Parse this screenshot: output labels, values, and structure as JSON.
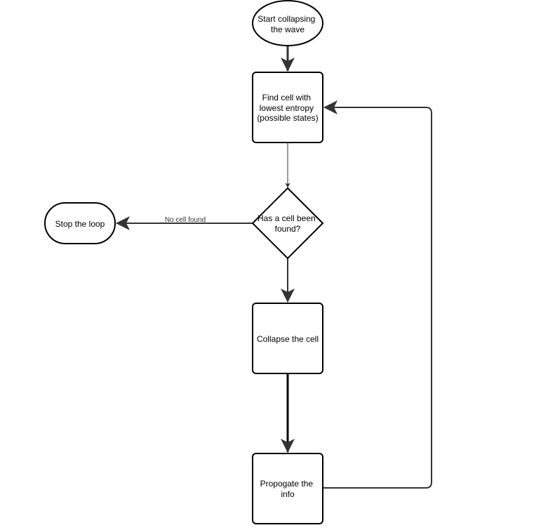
{
  "nodes": {
    "start": {
      "lines": [
        "Start collapsing",
        "the wave"
      ],
      "shape": "ellipse"
    },
    "find_cell": {
      "lines": [
        "Find cell with",
        "lowest entropy",
        "(possible states)"
      ],
      "shape": "rounded-rectangle"
    },
    "decision": {
      "lines": [
        "Has a cell been",
        "found?"
      ],
      "shape": "diamond"
    },
    "stop": {
      "lines": [
        "Stop the loop"
      ],
      "shape": "stadium"
    },
    "collapse": {
      "lines": [
        "Collapse the cell"
      ],
      "shape": "rounded-rectangle"
    },
    "propagate": {
      "lines": [
        "Propogate the",
        "info"
      ],
      "shape": "rounded-rectangle"
    }
  },
  "edges": {
    "no_cell_found": {
      "label": "No cell found"
    }
  },
  "colors": {
    "stroke": "#000000",
    "arrow": "#333333",
    "background": "#ffffff"
  }
}
